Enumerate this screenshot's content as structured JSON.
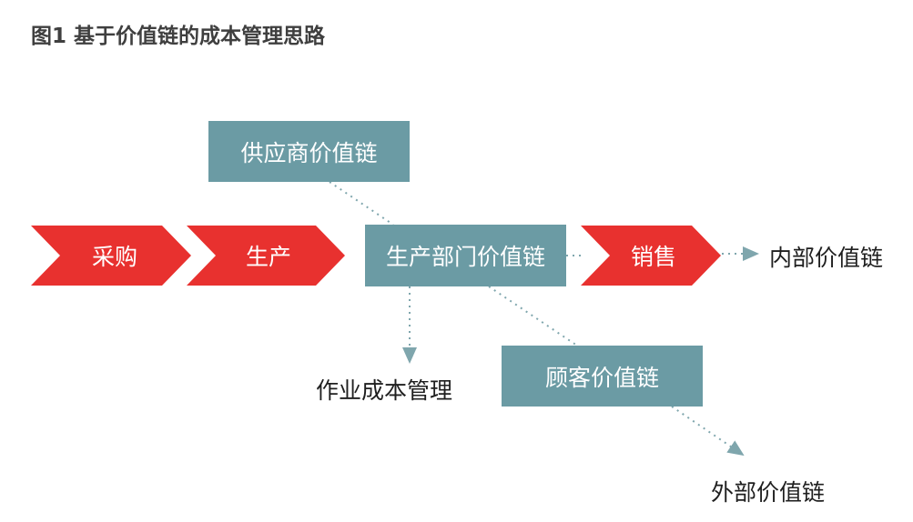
{
  "title": "图1 基于价值链的成本管理思路",
  "colors": {
    "chevron": "#e8312f",
    "box": "#6b9ba4",
    "connector": "#7fa6ad",
    "text_dark": "#1f1f1f",
    "title": "#3f3f3f"
  },
  "nodes": {
    "supplier_chain": "供应商价值链",
    "purchase": "采购",
    "production": "生产",
    "production_dept_chain": "生产部门价值链",
    "sales": "销售",
    "internal_chain": "内部价值链",
    "activity_cost_mgmt": "作业成本管理",
    "customer_chain": "顾客价值链",
    "external_chain": "外部价值链"
  }
}
